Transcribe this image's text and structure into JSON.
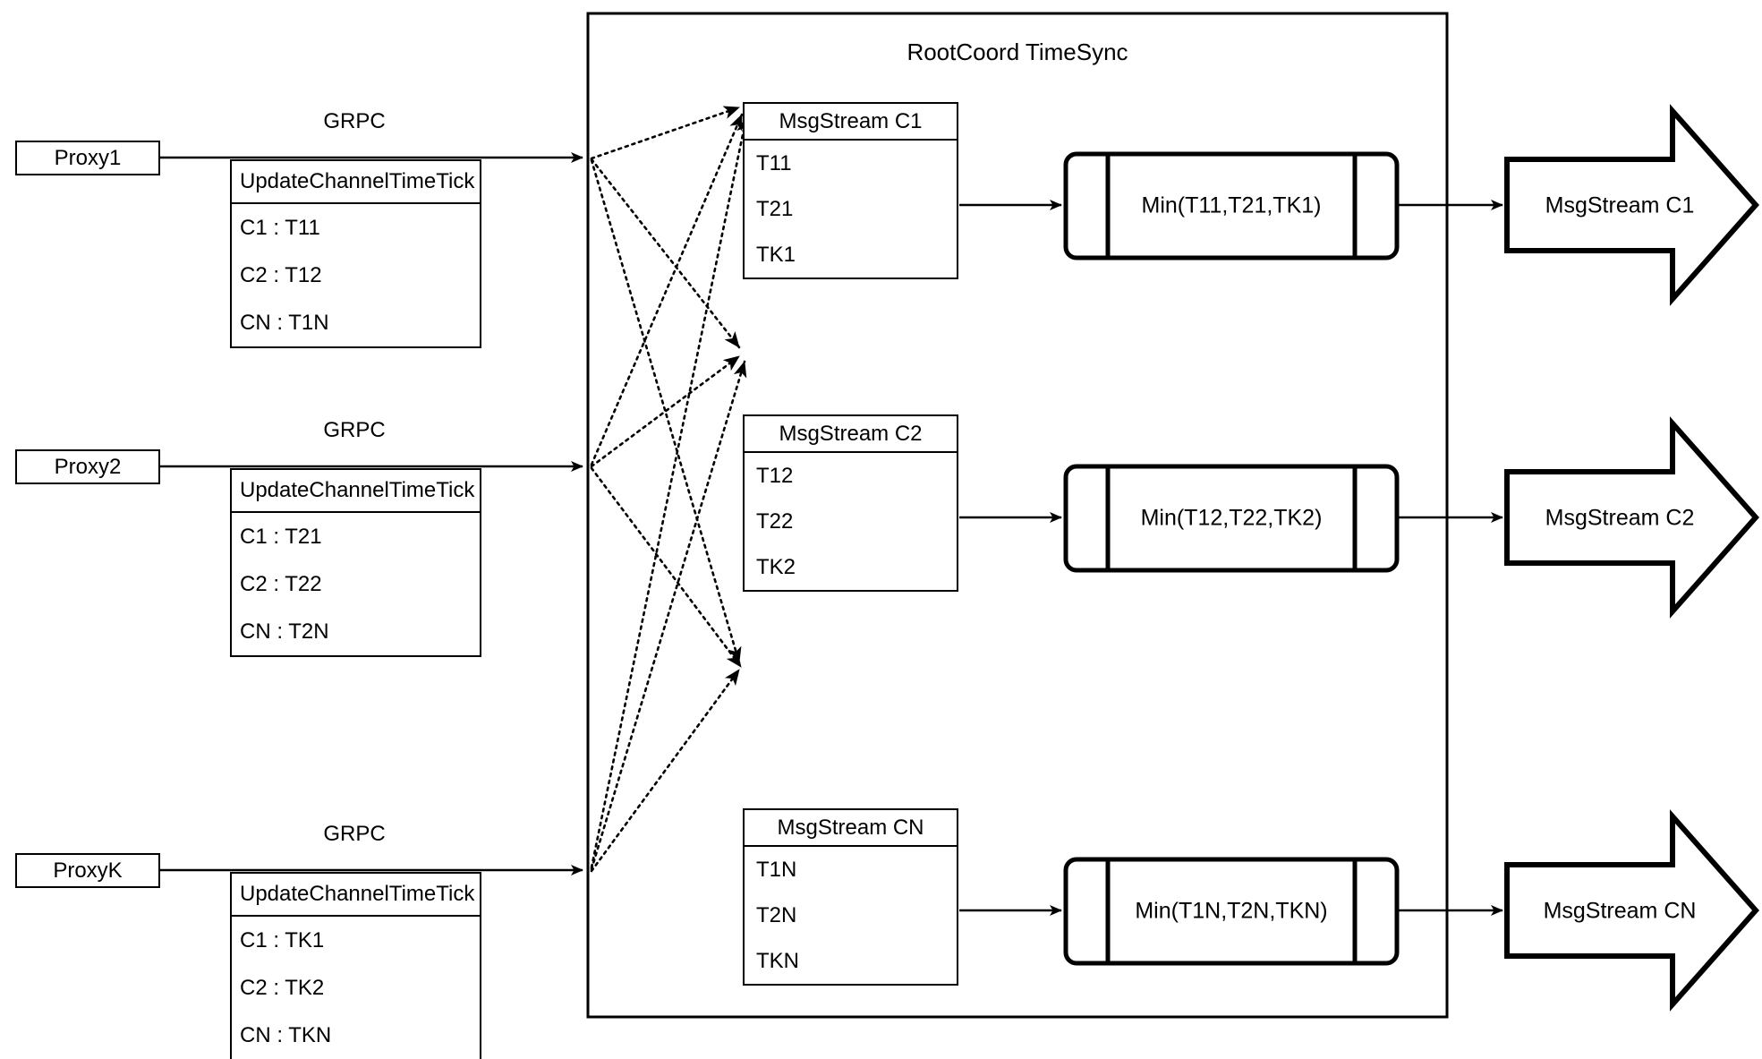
{
  "diagram": {
    "title": "RootCoord TimeSync",
    "container_name": "RootCoord TimeSync"
  },
  "rows": [
    {
      "proxy": "Proxy1",
      "link_label": "GRPC",
      "table": {
        "header": "UpdateChannelTimeTick",
        "rows": [
          "C1 :  T11",
          "C2 :  T12",
          "CN : T1N"
        ]
      },
      "msgstream": {
        "header": "MsgStream C1",
        "rows": [
          "T11",
          "T21",
          "TK1"
        ]
      },
      "min": "Min(T11,T21,TK1)",
      "output": "MsgStream C1"
    },
    {
      "proxy": "Proxy2",
      "link_label": "GRPC",
      "table": {
        "header": "UpdateChannelTimeTick",
        "rows": [
          "C1 :  T21",
          "C2 :  T22",
          "CN : T2N"
        ]
      },
      "msgstream": {
        "header": "MsgStream C2",
        "rows": [
          "T12",
          "T22",
          "TK2"
        ]
      },
      "min": "Min(T12,T22,TK2)",
      "output": "MsgStream C2"
    },
    {
      "proxy": "ProxyK",
      "link_label": "GRPC",
      "table": {
        "header": "UpdateChannelTimeTick",
        "rows": [
          "C1 :  TK1",
          "C2 :  TK2",
          "CN : TKN"
        ]
      },
      "msgstream": {
        "header": "MsgStream CN",
        "rows": [
          "T1N",
          "T2N",
          "TKN"
        ]
      },
      "min": "Min(T1N,T2N,TKN)",
      "output": "MsgStream CN"
    }
  ],
  "colors": {
    "stroke": "#000000",
    "background": "#ffffff"
  }
}
